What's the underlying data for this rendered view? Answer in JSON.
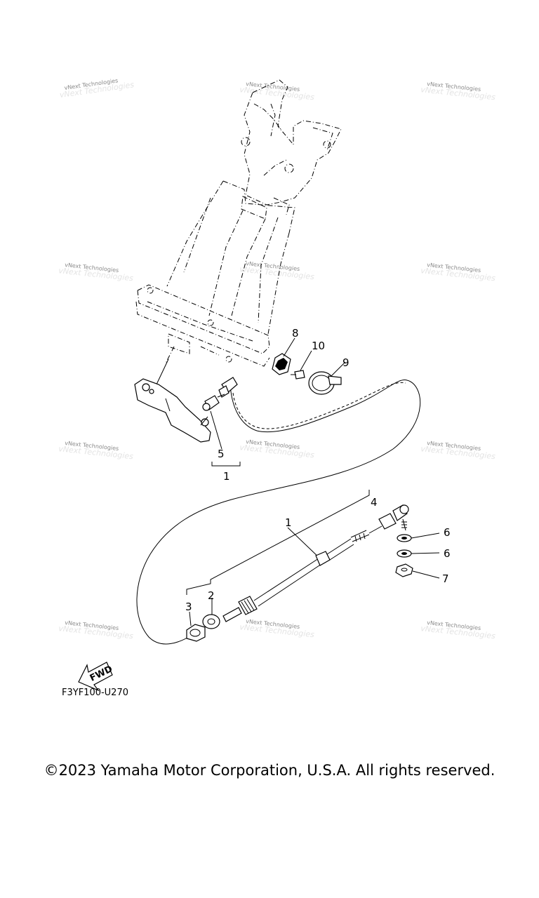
{
  "diagram": {
    "figure_code": "F3YF100-U270",
    "fwd_label": "FWD",
    "watermark_text": "vNext Technologies",
    "callouts": [
      "1",
      "1",
      "2",
      "3",
      "4",
      "5",
      "6",
      "6",
      "7",
      "8",
      "9",
      "10"
    ]
  },
  "footer": {
    "copyright": "©2023 Yamaha Motor Corporation, U.S.A. All rights reserved."
  }
}
